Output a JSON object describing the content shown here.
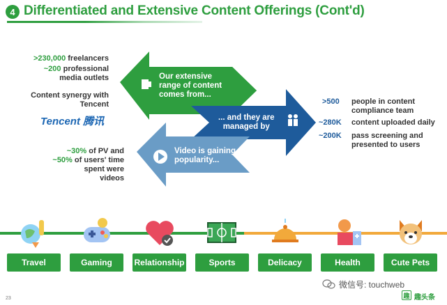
{
  "header": {
    "badge": "4",
    "title": "Differentiated and Extensive Content Offerings (Cont'd)"
  },
  "left_stats": {
    "freelancers_value": ">230,000",
    "freelancers_label": "freelancers",
    "media_value": "~200",
    "media_label_1": "professional",
    "media_label_2": "media outlets",
    "synergy_1": "Content synergy with",
    "synergy_2": "Tencent",
    "tencent_logo_text": "Tencent 腾讯"
  },
  "video_stats": {
    "pv_value": "~30%",
    "pv_label": "of PV and",
    "time_value": "~50%",
    "time_label": "of users' time",
    "line3": "spent were",
    "line4": "videos"
  },
  "arrows": {
    "top_line1": "Our extensive",
    "top_line2": "range of content",
    "top_line3": "comes from...",
    "middle_line1": "... and they are",
    "middle_line2": "managed by",
    "bottom_line1": "Video is gaining",
    "bottom_line2": "popularity..."
  },
  "right_stats": {
    "people_value": ">500",
    "people_line1": "people in content",
    "people_line2": "compliance team",
    "uploaded_value": "~280K",
    "uploaded_label": "content uploaded daily",
    "passed_value": "~200K",
    "passed_line1": "pass screening and",
    "passed_line2": "presented to users"
  },
  "categories": [
    {
      "label": "Travel",
      "icon": "travel-icon"
    },
    {
      "label": "Gaming",
      "icon": "gamepad-icon"
    },
    {
      "label": "Relationship",
      "icon": "heart-icon"
    },
    {
      "label": "Sports",
      "icon": "soccer-field-icon"
    },
    {
      "label": "Delicacy",
      "icon": "food-cloche-icon"
    },
    {
      "label": "Health",
      "icon": "health-icon"
    },
    {
      "label": "Cute Pets",
      "icon": "dog-icon"
    }
  ],
  "footer": {
    "page_number": "23",
    "watermark": "微信号: touchweb",
    "logo_char": "趣",
    "logo_text": "趣头条"
  },
  "colors": {
    "green": "#2e9e3f",
    "blue": "#1e5b9b",
    "light_blue": "#6a9cc6",
    "orange": "#f2a93b"
  }
}
